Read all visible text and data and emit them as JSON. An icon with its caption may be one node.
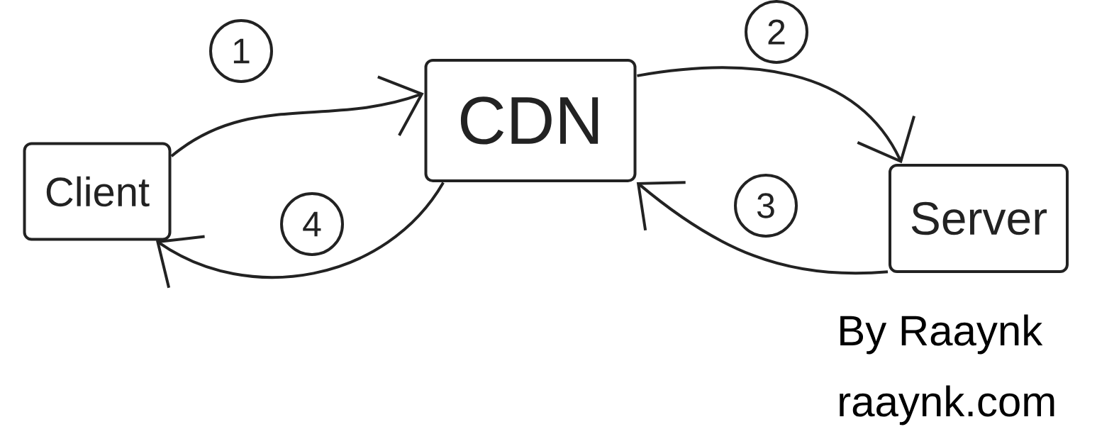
{
  "diagram": {
    "nodes": [
      {
        "text": [
          "Client"
        ]
      },
      {
        "text": [
          "CDN"
        ]
      },
      {
        "text": [
          "Server"
        ]
      }
    ],
    "edges": [
      {
        "from": 0,
        "to": 1,
        "arrow": "to",
        "label": "1"
      },
      {
        "from": 1,
        "to": 2,
        "arrow": "to",
        "label": "2"
      },
      {
        "from": 2,
        "to": 1,
        "arrow": "to",
        "label": "3"
      },
      {
        "from": 1,
        "to": 0,
        "arrow": "to",
        "label": "4"
      }
    ],
    "labels": [
      "By Raaynk",
      "raaynk.com"
    ]
  }
}
